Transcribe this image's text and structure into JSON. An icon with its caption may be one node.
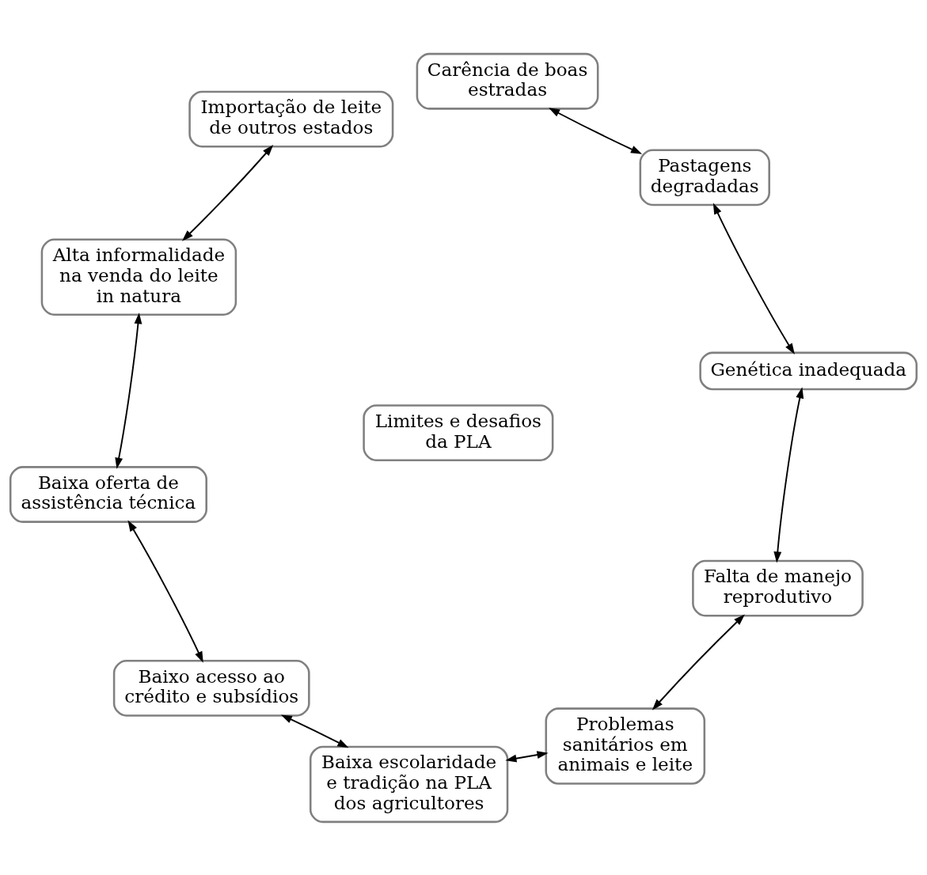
{
  "diagram": {
    "nodes": [
      {
        "text": [
          "Carência de boas estradas"
        ]
      },
      {
        "text": [
          "Importação de leite de outros estados"
        ]
      },
      {
        "text": [
          "Pastagens degradadas"
        ]
      },
      {
        "text": [
          "Alta informalidade na venda do leite in natura"
        ]
      },
      {
        "text": [
          "Genética inadequada"
        ]
      },
      {
        "text": [
          "Limites e desafios da PLA"
        ]
      },
      {
        "text": [
          "Baixa oferta de assistência técnica"
        ]
      },
      {
        "text": [
          "Falta de manejo reprodutivo"
        ]
      },
      {
        "text": [
          "Baixo acesso ao crédito e subsídios"
        ]
      },
      {
        "text": [
          "Problemas sanitários em animais e leite"
        ]
      },
      {
        "text": [
          "Baixa escolaridade e tradição na PLA dos agricultores"
        ]
      }
    ],
    "edges": [
      {
        "from": 0,
        "to": 2,
        "arrow": "both"
      },
      {
        "from": 2,
        "to": 4,
        "arrow": "both"
      },
      {
        "from": 4,
        "to": 7,
        "arrow": "both"
      },
      {
        "from": 7,
        "to": 9,
        "arrow": "both"
      },
      {
        "from": 9,
        "to": 10,
        "arrow": "both"
      },
      {
        "from": 10,
        "to": 8,
        "arrow": "both"
      },
      {
        "from": 8,
        "to": 6,
        "arrow": "both"
      },
      {
        "from": 6,
        "to": 3,
        "arrow": "both"
      },
      {
        "from": 3,
        "to": 1,
        "arrow": "both"
      }
    ]
  }
}
